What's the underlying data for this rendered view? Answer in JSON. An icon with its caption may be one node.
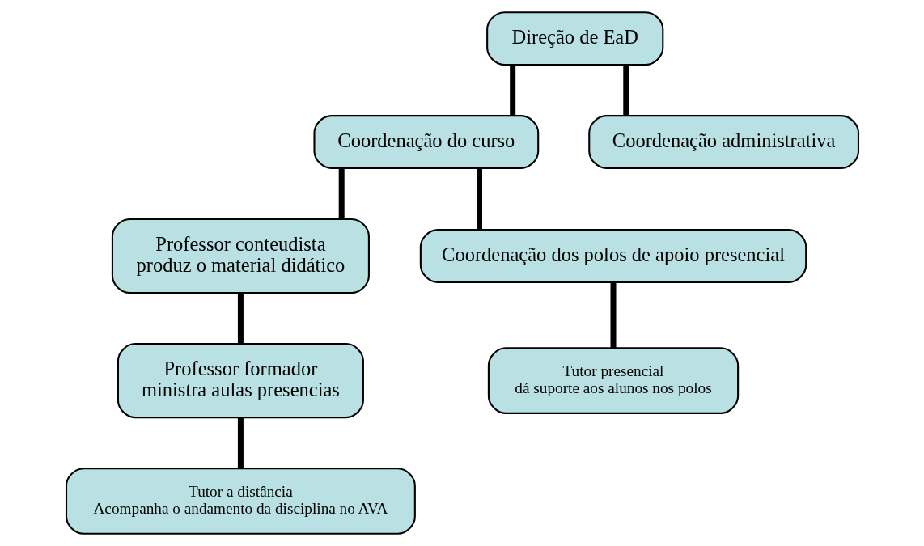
{
  "diagram": {
    "nodes": [
      {
        "text": [
          "Direção de EaD"
        ]
      },
      {
        "text": [
          "Coordenação do curso"
        ]
      },
      {
        "text": [
          "Coordenação administrativa"
        ]
      },
      {
        "text": [
          "Professor conteudista",
          "produz o material didático"
        ]
      },
      {
        "text": [
          "Coordenação dos polos de apoio presencial"
        ]
      },
      {
        "text": [
          "Professor formador",
          "ministra aulas presencias"
        ]
      },
      {
        "text": [
          "Tutor presencial",
          "dá suporte aos alunos nos polos"
        ]
      },
      {
        "text": [
          "Tutor a distância",
          "Acompanha o andamento da disciplina no AVA"
        ]
      }
    ],
    "edges": [
      {
        "from": 0,
        "to": 1,
        "arrow": "none"
      },
      {
        "from": 0,
        "to": 2,
        "arrow": "none"
      },
      {
        "from": 1,
        "to": 3,
        "arrow": "none"
      },
      {
        "from": 1,
        "to": 4,
        "arrow": "none"
      },
      {
        "from": 3,
        "to": 5,
        "arrow": "none"
      },
      {
        "from": 4,
        "to": 6,
        "arrow": "none"
      },
      {
        "from": 5,
        "to": 7,
        "arrow": "none"
      }
    ]
  }
}
